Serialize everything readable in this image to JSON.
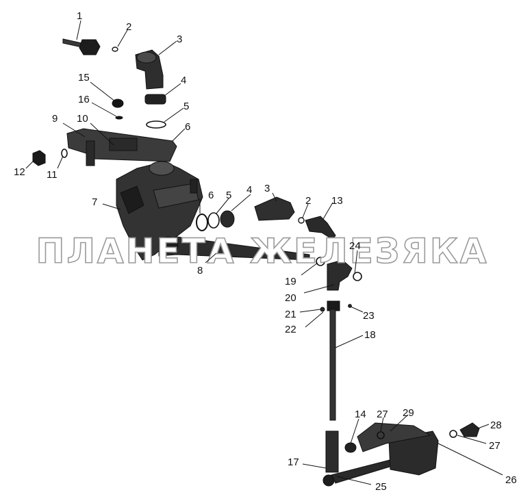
{
  "diagram": {
    "watermark": "ПЛАНЕТА ЖЕЛЕЗЯКА",
    "callouts": [
      "1",
      "2",
      "3",
      "4",
      "5",
      "6",
      "7",
      "8",
      "9",
      "10",
      "11",
      "12",
      "13",
      "14",
      "15",
      "16",
      "17",
      "18",
      "19",
      "20",
      "21",
      "22",
      "23",
      "24",
      "25",
      "26",
      "27",
      "28",
      "29"
    ],
    "callout_labels": {
      "c1": "1",
      "c2a": "2",
      "c3a": "3",
      "c4a": "4",
      "c5a": "5",
      "c6a": "6",
      "c7": "7",
      "c8": "8",
      "c9": "9",
      "c10": "10",
      "c11": "11",
      "c12": "12",
      "c13": "13",
      "c14": "14",
      "c15": "15",
      "c16": "16",
      "c17": "17",
      "c18": "18",
      "c19": "19",
      "c20": "20",
      "c21": "21",
      "c22": "22",
      "c23": "23",
      "c24": "24",
      "c25": "25",
      "c26": "26",
      "c27a": "27",
      "c27b": "27",
      "c28": "28",
      "c29": "29",
      "c6b": "6",
      "c5b": "5",
      "c4b": "4",
      "c3b": "3",
      "c2b": "2"
    }
  }
}
